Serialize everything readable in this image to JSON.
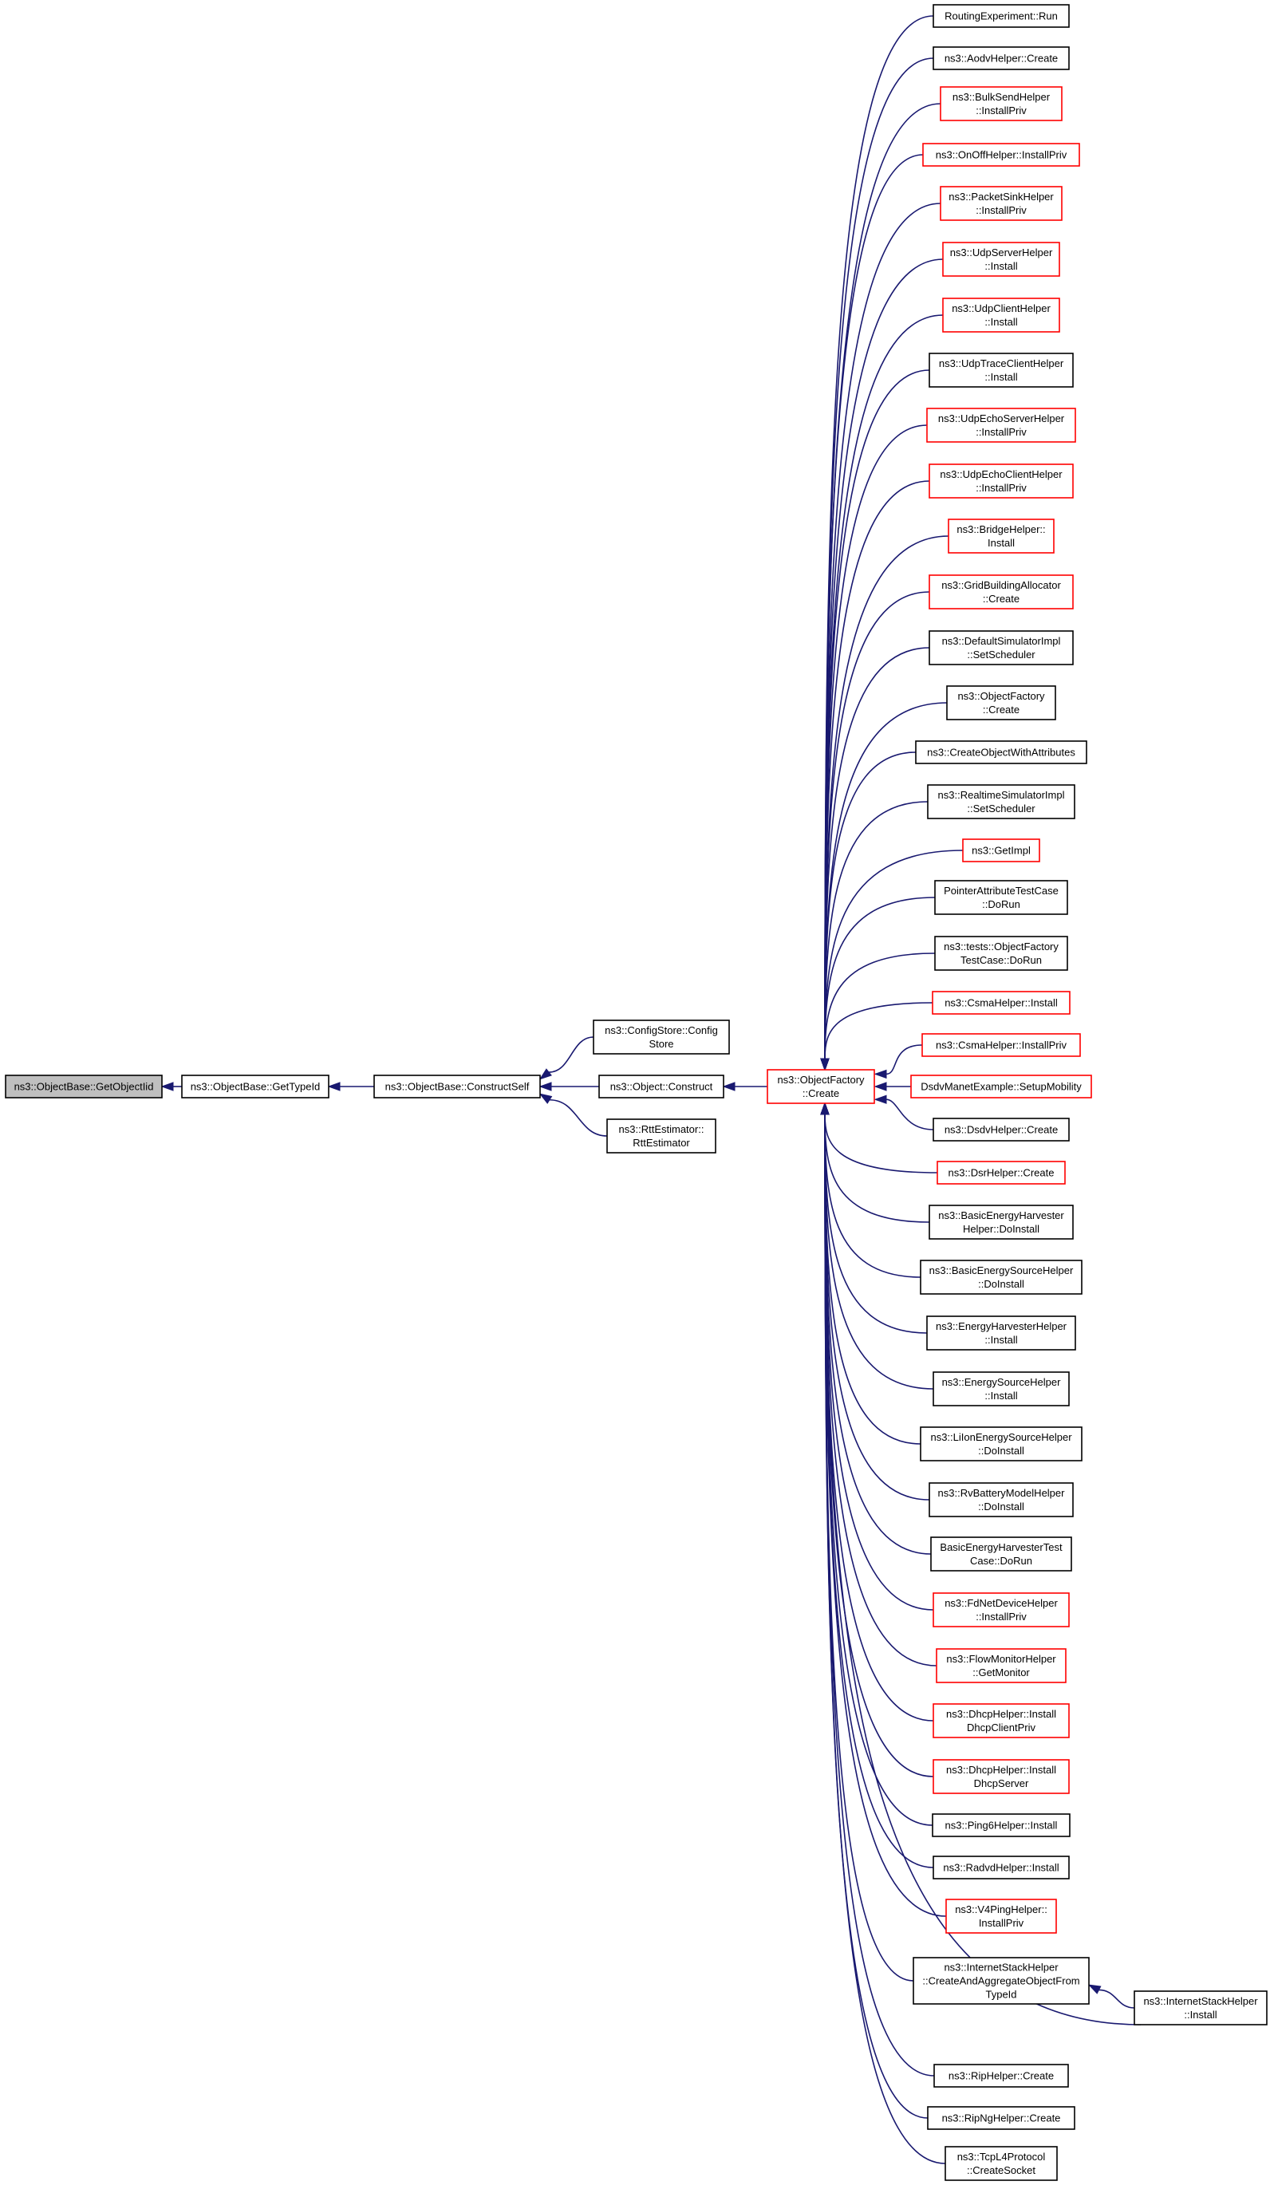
{
  "nodes": [
    {
      "id": "root",
      "lines": [
        "ns3::ObjectBase::GetObjectIid"
      ],
      "border": "black",
      "highlight": true
    },
    {
      "id": "gettypeid",
      "lines": [
        "ns3::ObjectBase::GetTypeId"
      ],
      "border": "black"
    },
    {
      "id": "constructself",
      "lines": [
        "ns3::ObjectBase::ConstructSelf"
      ],
      "border": "black"
    },
    {
      "id": "configstore",
      "lines": [
        "ns3::ConfigStore::Config",
        "Store"
      ],
      "border": "black"
    },
    {
      "id": "objconstruct",
      "lines": [
        "ns3::Object::Construct"
      ],
      "border": "black"
    },
    {
      "id": "rttestimator",
      "lines": [
        "ns3::RttEstimator::",
        "RttEstimator"
      ],
      "border": "black"
    },
    {
      "id": "ofcreate",
      "lines": [
        "ns3::ObjectFactory",
        "::Create"
      ],
      "border": "red"
    },
    {
      "id": "n01",
      "lines": [
        "RoutingExperiment::Run"
      ],
      "border": "black"
    },
    {
      "id": "n02",
      "lines": [
        "ns3::AodvHelper::Create"
      ],
      "border": "black"
    },
    {
      "id": "n03",
      "lines": [
        "ns3::BulkSendHelper",
        "::InstallPriv"
      ],
      "border": "red"
    },
    {
      "id": "n04",
      "lines": [
        "ns3::OnOffHelper::InstallPriv"
      ],
      "border": "red"
    },
    {
      "id": "n05",
      "lines": [
        "ns3::PacketSinkHelper",
        "::InstallPriv"
      ],
      "border": "red"
    },
    {
      "id": "n06",
      "lines": [
        "ns3::UdpServerHelper",
        "::Install"
      ],
      "border": "red"
    },
    {
      "id": "n07",
      "lines": [
        "ns3::UdpClientHelper",
        "::Install"
      ],
      "border": "red"
    },
    {
      "id": "n08",
      "lines": [
        "ns3::UdpTraceClientHelper",
        "::Install"
      ],
      "border": "black"
    },
    {
      "id": "n09",
      "lines": [
        "ns3::UdpEchoServerHelper",
        "::InstallPriv"
      ],
      "border": "red"
    },
    {
      "id": "n10",
      "lines": [
        "ns3::UdpEchoClientHelper",
        "::InstallPriv"
      ],
      "border": "red"
    },
    {
      "id": "n11",
      "lines": [
        "ns3::BridgeHelper::",
        "Install"
      ],
      "border": "red"
    },
    {
      "id": "n12",
      "lines": [
        "ns3::GridBuildingAllocator",
        "::Create"
      ],
      "border": "red"
    },
    {
      "id": "n13",
      "lines": [
        "ns3::DefaultSimulatorImpl",
        "::SetScheduler"
      ],
      "border": "black"
    },
    {
      "id": "n14",
      "lines": [
        "ns3::ObjectFactory",
        "::Create"
      ],
      "border": "black"
    },
    {
      "id": "n15",
      "lines": [
        "ns3::CreateObjectWithAttributes"
      ],
      "border": "black"
    },
    {
      "id": "n16",
      "lines": [
        "ns3::RealtimeSimulatorImpl",
        "::SetScheduler"
      ],
      "border": "black"
    },
    {
      "id": "n17",
      "lines": [
        "ns3::GetImpl"
      ],
      "border": "red"
    },
    {
      "id": "n18",
      "lines": [
        "PointerAttributeTestCase",
        "::DoRun"
      ],
      "border": "black"
    },
    {
      "id": "n19",
      "lines": [
        "ns3::tests::ObjectFactory",
        "TestCase::DoRun"
      ],
      "border": "black"
    },
    {
      "id": "n20",
      "lines": [
        "ns3::CsmaHelper::Install"
      ],
      "border": "red"
    },
    {
      "id": "n21",
      "lines": [
        "ns3::CsmaHelper::InstallPriv"
      ],
      "border": "red"
    },
    {
      "id": "n22",
      "lines": [
        "DsdvManetExample::SetupMobility"
      ],
      "border": "red"
    },
    {
      "id": "n23",
      "lines": [
        "ns3::DsdvHelper::Create"
      ],
      "border": "black"
    },
    {
      "id": "n24",
      "lines": [
        "ns3::DsrHelper::Create"
      ],
      "border": "red"
    },
    {
      "id": "n25",
      "lines": [
        "ns3::BasicEnergyHarvester",
        "Helper::DoInstall"
      ],
      "border": "black"
    },
    {
      "id": "n26",
      "lines": [
        "ns3::BasicEnergySourceHelper",
        "::DoInstall"
      ],
      "border": "black"
    },
    {
      "id": "n27",
      "lines": [
        "ns3::EnergyHarvesterHelper",
        "::Install"
      ],
      "border": "black"
    },
    {
      "id": "n28",
      "lines": [
        "ns3::EnergySourceHelper",
        "::Install"
      ],
      "border": "black"
    },
    {
      "id": "n29",
      "lines": [
        "ns3::LiIonEnergySourceHelper",
        "::DoInstall"
      ],
      "border": "black"
    },
    {
      "id": "n30",
      "lines": [
        "ns3::RvBatteryModelHelper",
        "::DoInstall"
      ],
      "border": "black"
    },
    {
      "id": "n31",
      "lines": [
        "BasicEnergyHarvesterTest",
        "Case::DoRun"
      ],
      "border": "black"
    },
    {
      "id": "n32",
      "lines": [
        "ns3::FdNetDeviceHelper",
        "::InstallPriv"
      ],
      "border": "red"
    },
    {
      "id": "n33",
      "lines": [
        "ns3::FlowMonitorHelper",
        "::GetMonitor"
      ],
      "border": "red"
    },
    {
      "id": "n34",
      "lines": [
        "ns3::DhcpHelper::Install",
        "DhcpClientPriv"
      ],
      "border": "red"
    },
    {
      "id": "n35",
      "lines": [
        "ns3::DhcpHelper::Install",
        "DhcpServer"
      ],
      "border": "red"
    },
    {
      "id": "n36",
      "lines": [
        "ns3::Ping6Helper::Install"
      ],
      "border": "black"
    },
    {
      "id": "n37",
      "lines": [
        "ns3::RadvdHelper::Install"
      ],
      "border": "black"
    },
    {
      "id": "n38",
      "lines": [
        "ns3::V4PingHelper::",
        "InstallPriv"
      ],
      "border": "red"
    },
    {
      "id": "n39",
      "lines": [
        "ns3::InternetStackHelper",
        "::CreateAndAggregateObjectFrom",
        "TypeId"
      ],
      "border": "black"
    },
    {
      "id": "n40",
      "lines": [
        "ns3::InternetStackHelper",
        "::Install"
      ],
      "border": "black"
    },
    {
      "id": "n41",
      "lines": [
        "ns3::RipHelper::Create"
      ],
      "border": "black"
    },
    {
      "id": "n42",
      "lines": [
        "ns3::RipNgHelper::Create"
      ],
      "border": "black"
    },
    {
      "id": "n43",
      "lines": [
        "ns3::TcpL4Protocol",
        "::CreateSocket"
      ],
      "border": "black"
    }
  ],
  "edges": [
    {
      "from": "gettypeid",
      "to": "root"
    },
    {
      "from": "constructself",
      "to": "gettypeid"
    },
    {
      "from": "configstore",
      "to": "constructself"
    },
    {
      "from": "objconstruct",
      "to": "constructself"
    },
    {
      "from": "rttestimator",
      "to": "constructself"
    },
    {
      "from": "ofcreate",
      "to": "objconstruct"
    },
    {
      "from": "n01",
      "to": "ofcreate"
    },
    {
      "from": "n02",
      "to": "ofcreate"
    },
    {
      "from": "n03",
      "to": "ofcreate"
    },
    {
      "from": "n04",
      "to": "ofcreate"
    },
    {
      "from": "n05",
      "to": "ofcreate"
    },
    {
      "from": "n06",
      "to": "ofcreate"
    },
    {
      "from": "n07",
      "to": "ofcreate"
    },
    {
      "from": "n08",
      "to": "ofcreate"
    },
    {
      "from": "n09",
      "to": "ofcreate"
    },
    {
      "from": "n10",
      "to": "ofcreate"
    },
    {
      "from": "n11",
      "to": "ofcreate"
    },
    {
      "from": "n12",
      "to": "ofcreate"
    },
    {
      "from": "n13",
      "to": "ofcreate"
    },
    {
      "from": "n14",
      "to": "ofcreate"
    },
    {
      "from": "n15",
      "to": "ofcreate"
    },
    {
      "from": "n16",
      "to": "ofcreate"
    },
    {
      "from": "n17",
      "to": "ofcreate"
    },
    {
      "from": "n18",
      "to": "ofcreate"
    },
    {
      "from": "n19",
      "to": "ofcreate"
    },
    {
      "from": "n20",
      "to": "ofcreate"
    },
    {
      "from": "n21",
      "to": "ofcreate"
    },
    {
      "from": "n22",
      "to": "ofcreate"
    },
    {
      "from": "n23",
      "to": "ofcreate"
    },
    {
      "from": "n24",
      "to": "ofcreate"
    },
    {
      "from": "n25",
      "to": "ofcreate"
    },
    {
      "from": "n26",
      "to": "ofcreate"
    },
    {
      "from": "n27",
      "to": "ofcreate"
    },
    {
      "from": "n28",
      "to": "ofcreate"
    },
    {
      "from": "n29",
      "to": "ofcreate"
    },
    {
      "from": "n30",
      "to": "ofcreate"
    },
    {
      "from": "n31",
      "to": "ofcreate"
    },
    {
      "from": "n32",
      "to": "ofcreate"
    },
    {
      "from": "n33",
      "to": "ofcreate"
    },
    {
      "from": "n34",
      "to": "ofcreate"
    },
    {
      "from": "n35",
      "to": "ofcreate"
    },
    {
      "from": "n36",
      "to": "ofcreate"
    },
    {
      "from": "n37",
      "to": "ofcreate"
    },
    {
      "from": "n38",
      "to": "ofcreate"
    },
    {
      "from": "n39",
      "to": "ofcreate"
    },
    {
      "from": "n40",
      "to": "n39"
    },
    {
      "from": "n40",
      "to": "ofcreate"
    },
    {
      "from": "n41",
      "to": "ofcreate"
    },
    {
      "from": "n42",
      "to": "ofcreate"
    },
    {
      "from": "n43",
      "to": "ofcreate"
    }
  ],
  "colors": {
    "edge": "#191970",
    "border_default": "#000000",
    "border_red": "#ff0000",
    "highlight_fill": "#bfbfbf"
  }
}
